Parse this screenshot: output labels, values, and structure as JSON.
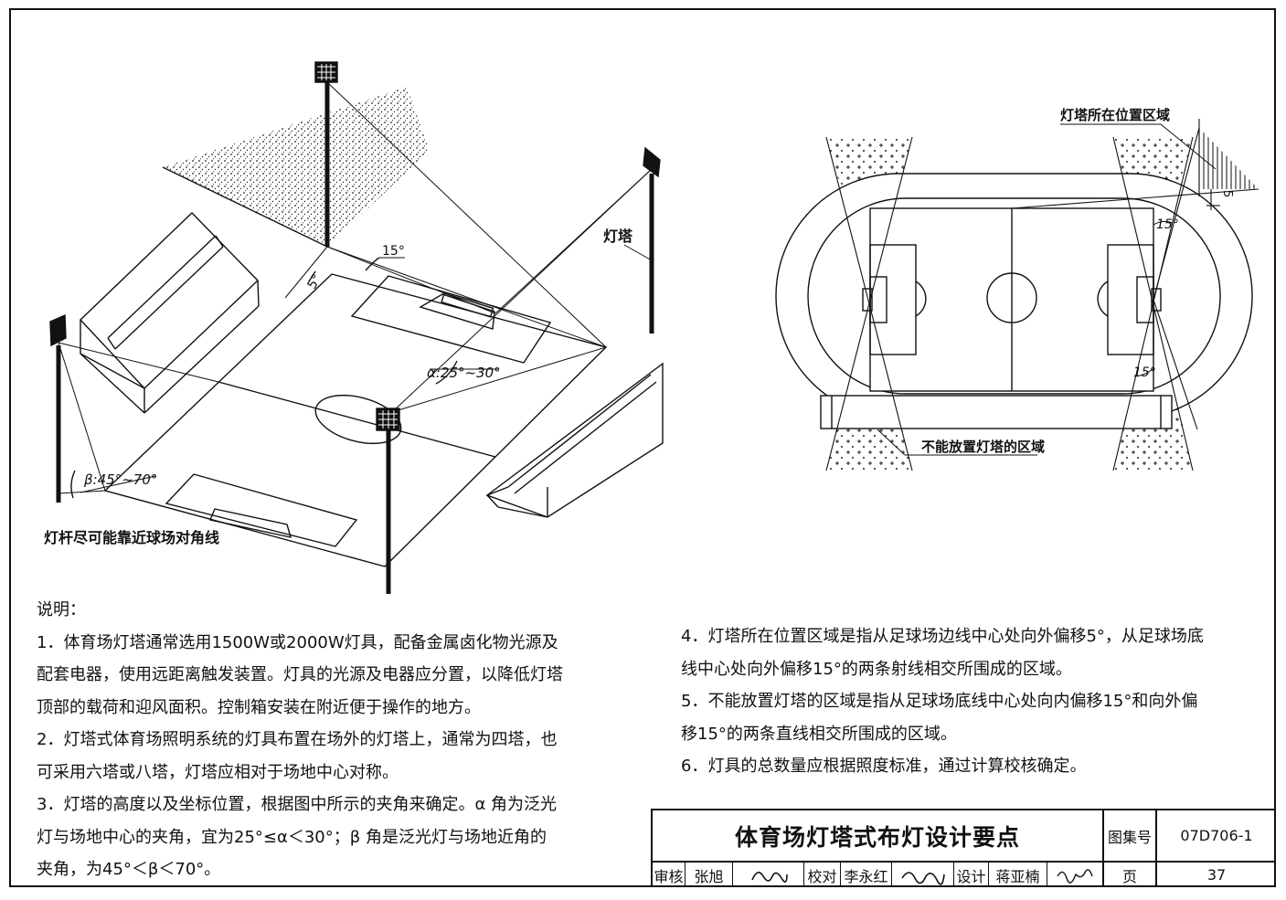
{
  "diagram_left": {
    "angle_15": "15°",
    "angle_5": "5°",
    "label_tower": "灯塔",
    "label_alpha": "α:25°~30°",
    "label_beta": "β:45°~70°",
    "caption": "灯杆尽可能靠近球场对角线"
  },
  "diagram_right": {
    "label_tower_zone": "灯塔所在位置区域",
    "label_no_tower_zone": "不能放置灯塔的区域",
    "angle_15_top": "15°",
    "angle_15_bottom": "15°",
    "angle_5": "5"
  },
  "notes": {
    "heading": "说明：",
    "left_lines": [
      "1．体育场灯塔通常选用1500W或2000W灯具，配备金属卤化物光源及",
      "配套电器，使用远距离触发装置。灯具的光源及电器应分置，以降低灯塔",
      "顶部的载荷和迎风面积。控制箱安装在附近便于操作的地方。",
      "2．灯塔式体育场照明系统的灯具布置在场外的灯塔上，通常为四塔，也",
      "可采用六塔或八塔，灯塔应相对于场地中心对称。",
      "3．灯塔的高度以及坐标位置，根据图中所示的夹角来确定。α 角为泛光",
      "灯与场地中心的夹角，宜为25°≤α＜30°；β 角是泛光灯与场地近角的",
      "夹角，为45°＜β＜70°。"
    ],
    "right_lines": [
      "4．灯塔所在位置区域是指从足球场边线中心处向外偏移5°，从足球场底",
      "线中心处向外偏移15°的两条射线相交所围成的区域。",
      "5．不能放置灯塔的区域是指从足球场底线中心处向内偏移15°和向外偏",
      "移15°的两条直线相交所围成的区域。",
      "6．灯具的总数量应根据照度标准，通过计算校核确定。"
    ]
  },
  "title_block": {
    "title": "体育场灯塔式布灯设计要点",
    "atlas_label": "图集号",
    "atlas_no": "07D706-1",
    "review_label": "审核",
    "review_name": "张旭",
    "check_label": "校对",
    "check_name": "李永红",
    "design_label": "设计",
    "design_name": "蒋亚楠",
    "page_label": "页",
    "page_no": "37"
  }
}
